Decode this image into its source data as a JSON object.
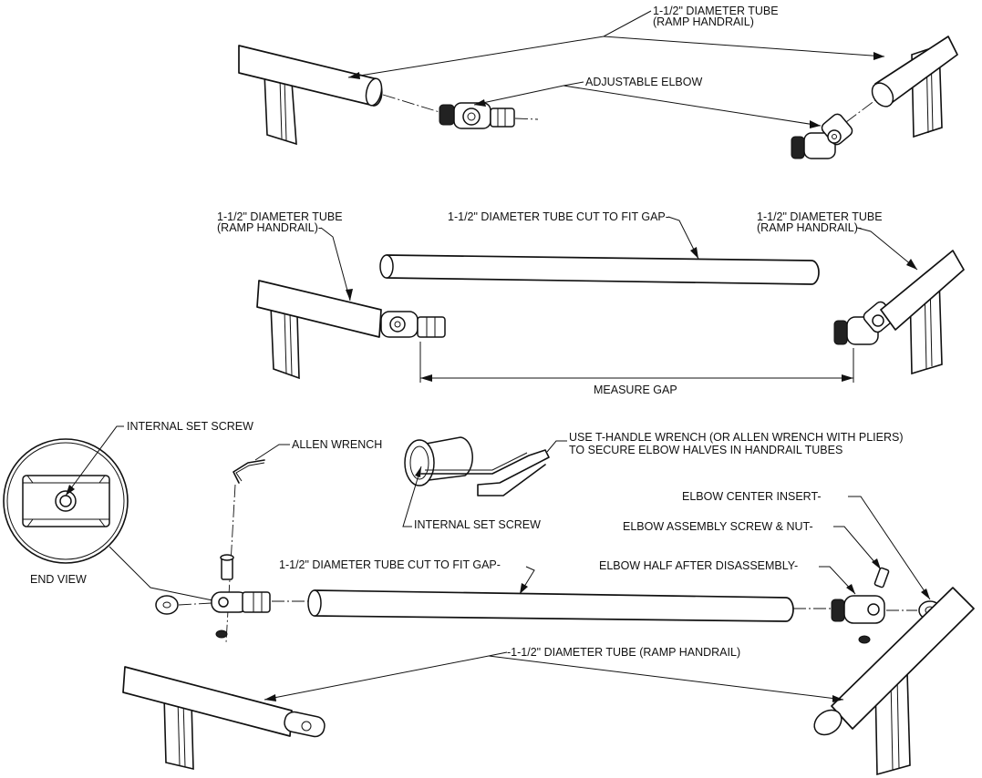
{
  "diagram": {
    "labels": {
      "top_tube": [
        "1-1/2\" DIAMETER TUBE",
        "(RAMP HANDRAIL)"
      ],
      "top_elbow": "ADJUSTABLE ELBOW",
      "mid_left_tube": [
        "1-1/2\" DIAMETER TUBE",
        "(RAMP HANDRAIL)-"
      ],
      "mid_cut_tube": "1-1/2\" DIAMETER TUBE CUT TO FIT GAP-",
      "mid_right_tube": [
        "1-1/2\" DIAMETER TUBE",
        "(RAMP HANDRAIL)-"
      ],
      "measure_gap": "MEASURE GAP",
      "internal_set_screw_left": "INTERNAL SET SCREW",
      "allen_wrench": "ALLEN WRENCH",
      "t_handle_note": [
        "USE T-HANDLE WRENCH (OR ALLEN WRENCH WITH PLIERS)",
        "TO SECURE ELBOW HALVES IN HANDRAIL TUBES"
      ],
      "internal_set_screw_center": "INTERNAL SET SCREW",
      "elbow_center_insert": "ELBOW CENTER INSERT-",
      "elbow_assembly_screw": "ELBOW ASSEMBLY SCREW & NUT-",
      "elbow_half": "ELBOW HALF AFTER DISASSEMBLY-",
      "end_view": "END VIEW",
      "bottom_cut_tube": "1-1/2\" DIAMETER TUBE CUT TO FIT GAP-",
      "bottom_tube": "-1-1/2\" DIAMETER TUBE (RAMP HANDRAIL)"
    }
  }
}
